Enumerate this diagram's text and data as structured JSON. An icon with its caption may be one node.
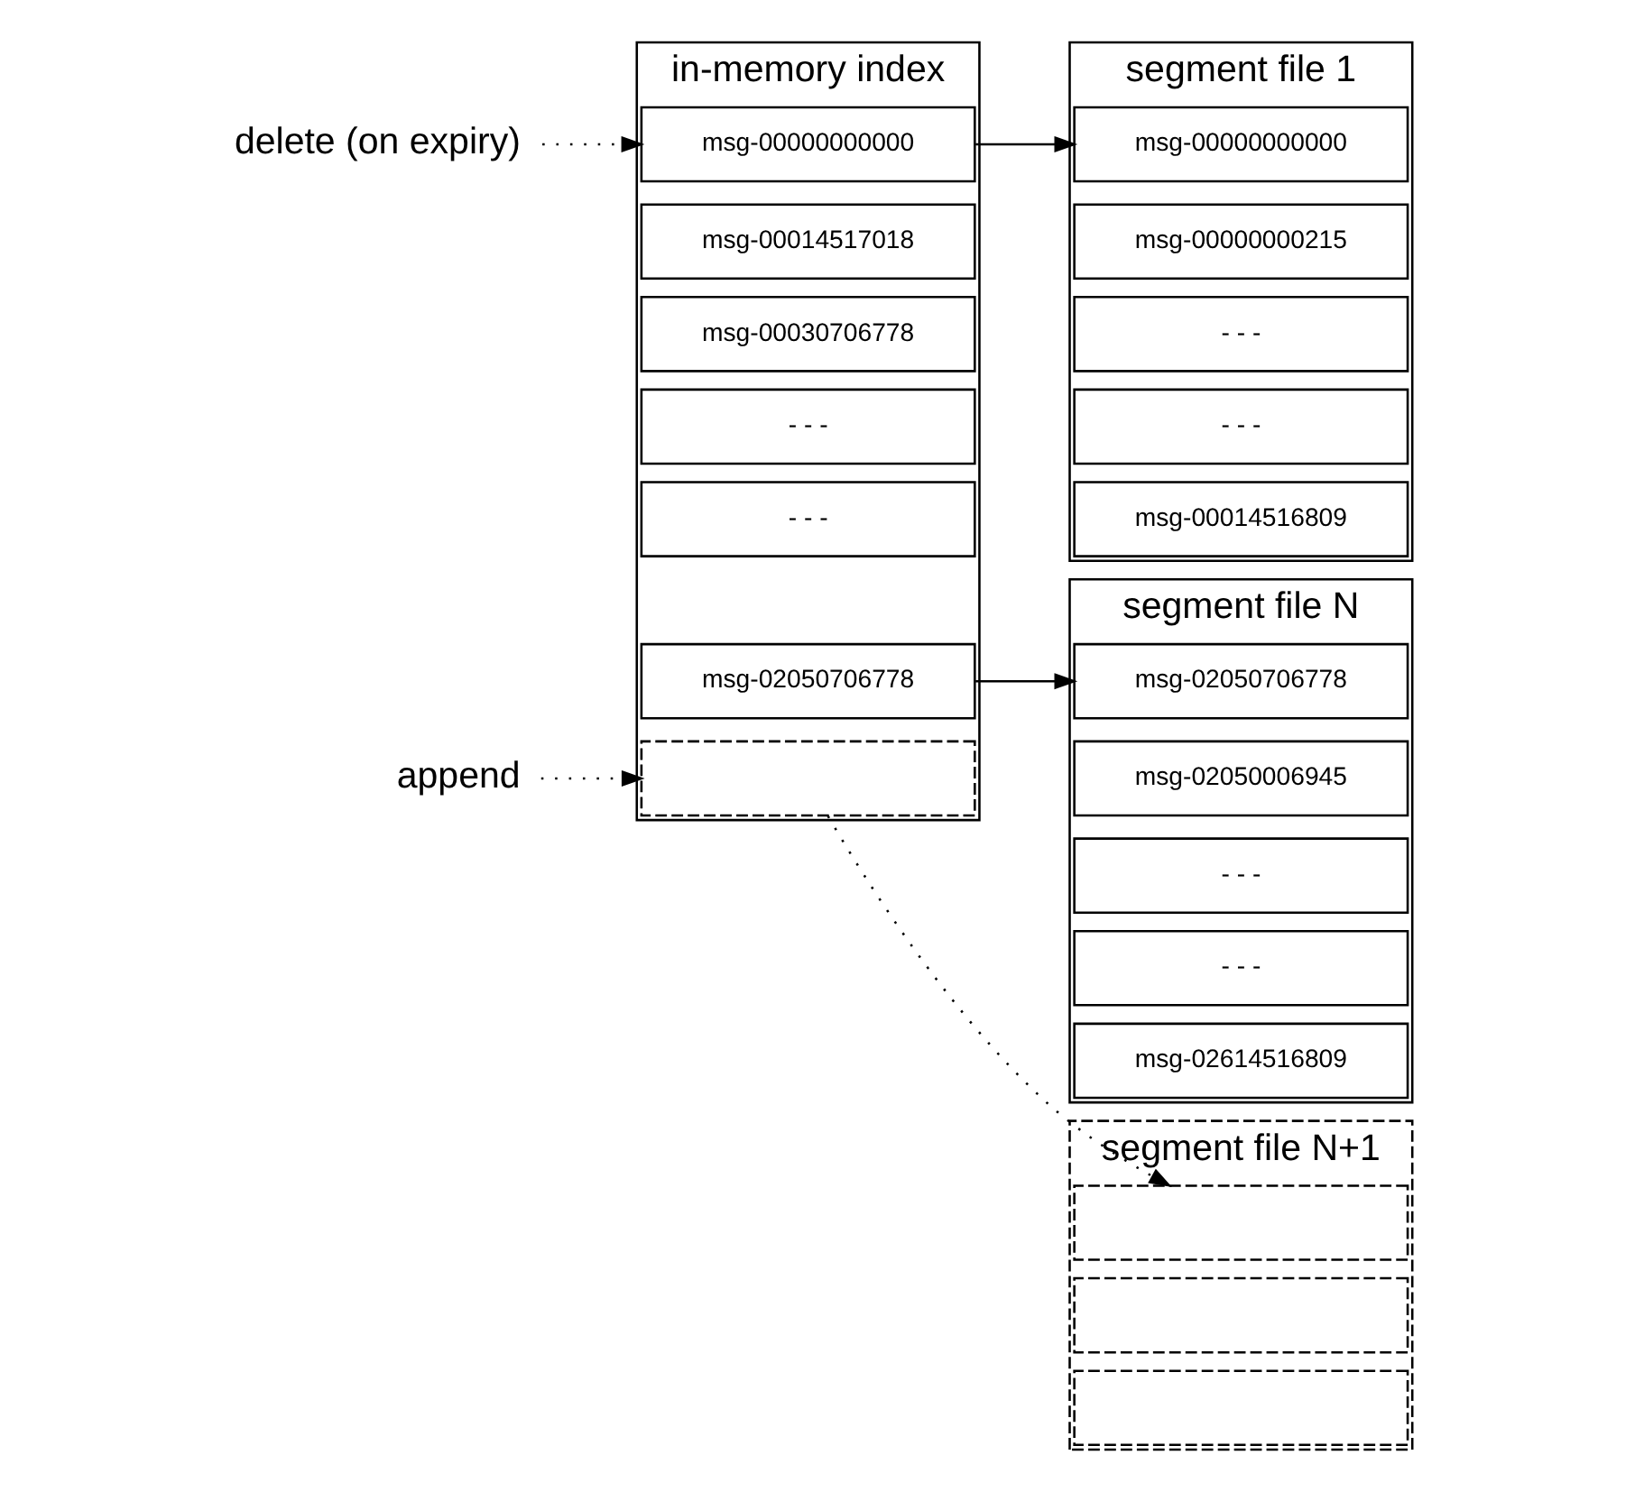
{
  "diagram": {
    "nodes": [
      {
        "text": [
          "delete (on expiry)"
        ]
      },
      {
        "text": [
          "append"
        ]
      },
      {
        "text": [
          "in-memory index"
        ]
      },
      {
        "text": [
          "msg-00000000000"
        ],
        "in": 2
      },
      {
        "text": [
          "msg-00014517018"
        ],
        "in": 2
      },
      {
        "text": [
          "msg-00030706778"
        ],
        "in": 2
      },
      {
        "text": [
          "- - -"
        ],
        "in": 2
      },
      {
        "text": [
          "- - -"
        ],
        "in": 2
      },
      {
        "text": [
          "msg-02050706778"
        ],
        "in": 2
      },
      {
        "text": [],
        "shape": "box",
        "in": 2
      },
      {
        "text": [
          "segment file 1"
        ]
      },
      {
        "text": [
          "msg-00000000000"
        ],
        "in": 10
      },
      {
        "text": [
          "msg-00000000215"
        ],
        "in": 10
      },
      {
        "text": [
          "- - -"
        ],
        "in": 10
      },
      {
        "text": [
          "- - -"
        ],
        "in": 10
      },
      {
        "text": [
          "msg-00014516809"
        ],
        "in": 10
      },
      {
        "text": [
          "segment file N"
        ]
      },
      {
        "text": [
          "msg-02050706778"
        ],
        "in": 16
      },
      {
        "text": [
          "msg-02050006945"
        ],
        "in": 16
      },
      {
        "text": [
          "- - -"
        ],
        "in": 16
      },
      {
        "text": [
          "- - -"
        ],
        "in": 16
      },
      {
        "text": [
          "msg-02614516809"
        ],
        "in": 16
      },
      {
        "text": [
          "segment file N+1"
        ]
      },
      {
        "text": [],
        "shape": "box",
        "in": 22
      },
      {
        "text": [],
        "shape": "box",
        "in": 22
      },
      {
        "text": [],
        "shape": "box",
        "in": 22
      }
    ],
    "edges": [
      {
        "from": 0,
        "to": 3,
        "arrow": "to",
        "style": "dashed"
      },
      {
        "from": 3,
        "to": 11,
        "arrow": "to"
      },
      {
        "from": 8,
        "to": 17,
        "arrow": "to"
      },
      {
        "from": 1,
        "to": 9,
        "arrow": "to",
        "style": "dashed"
      },
      {
        "from": 9,
        "to": 23,
        "arrow": "to",
        "style": "dashed"
      }
    ]
  }
}
